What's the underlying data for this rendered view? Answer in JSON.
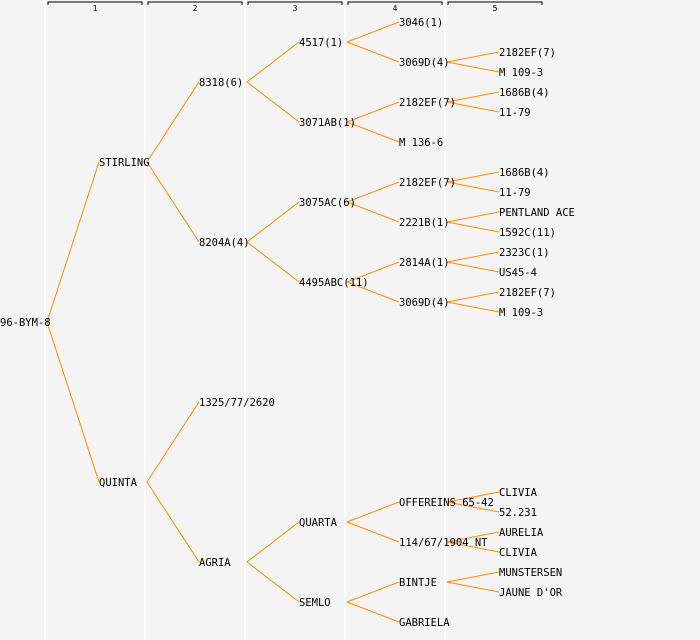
{
  "generation_headers": [
    "1",
    "2",
    "3",
    "4",
    "5"
  ],
  "line_color": "#ff8c00",
  "tree": {
    "label": "96-BYM-8",
    "children": [
      {
        "label": "STIRLING",
        "children": [
          {
            "label": "8318(6)",
            "children": [
              {
                "label": "4517(1)",
                "children": [
                  {
                    "label": "3046(1)",
                    "children": []
                  },
                  {
                    "label": "3069D(4)",
                    "children": [
                      {
                        "label": "2182EF(7)",
                        "children": []
                      },
                      {
                        "label": "M 109-3",
                        "children": []
                      }
                    ]
                  }
                ]
              },
              {
                "label": "3071AB(1)",
                "children": [
                  {
                    "label": "2182EF(7)",
                    "children": [
                      {
                        "label": "1686B(4)",
                        "children": []
                      },
                      {
                        "label": "11-79",
                        "children": []
                      }
                    ]
                  },
                  {
                    "label": "M 136-6",
                    "children": []
                  }
                ]
              }
            ]
          },
          {
            "label": "8204A(4)",
            "children": [
              {
                "label": "3075AC(6)",
                "children": [
                  {
                    "label": "2182EF(7)",
                    "children": [
                      {
                        "label": "1686B(4)",
                        "children": []
                      },
                      {
                        "label": "11-79",
                        "children": []
                      }
                    ]
                  },
                  {
                    "label": "2221B(1)",
                    "children": [
                      {
                        "label": "PENTLAND ACE",
                        "children": []
                      },
                      {
                        "label": "1592C(11)",
                        "children": []
                      }
                    ]
                  }
                ]
              },
              {
                "label": "4495ABC(11)",
                "children": [
                  {
                    "label": "2814A(1)",
                    "children": [
                      {
                        "label": "2323C(1)",
                        "children": []
                      },
                      {
                        "label": "US45-4",
                        "children": []
                      }
                    ]
                  },
                  {
                    "label": "3069D(4)",
                    "children": [
                      {
                        "label": "2182EF(7)",
                        "children": []
                      },
                      {
                        "label": "M 109-3",
                        "children": []
                      }
                    ]
                  }
                ]
              }
            ]
          }
        ]
      },
      {
        "label": "QUINTA",
        "children": [
          {
            "label": "1325/77/2620",
            "children": []
          },
          {
            "label": "AGRIA",
            "children": [
              {
                "label": "QUARTA",
                "children": [
                  {
                    "label": "OFFEREINS 65-42",
                    "children": [
                      {
                        "label": "CLIVIA",
                        "children": []
                      },
                      {
                        "label": "52.231",
                        "children": []
                      }
                    ]
                  },
                  {
                    "label": "114/67/1904 NT",
                    "children": [
                      {
                        "label": "AURELIA",
                        "children": []
                      },
                      {
                        "label": "CLIVIA",
                        "children": []
                      }
                    ]
                  }
                ]
              },
              {
                "label": "SEMLO",
                "children": [
                  {
                    "label": "BINTJE",
                    "children": [
                      {
                        "label": "MUNSTERSEN",
                        "children": []
                      },
                      {
                        "label": "JAUNE D'OR",
                        "children": []
                      }
                    ]
                  },
                  {
                    "label": "GABRIELA",
                    "children": []
                  }
                ]
              }
            ]
          }
        ]
      }
    ]
  }
}
